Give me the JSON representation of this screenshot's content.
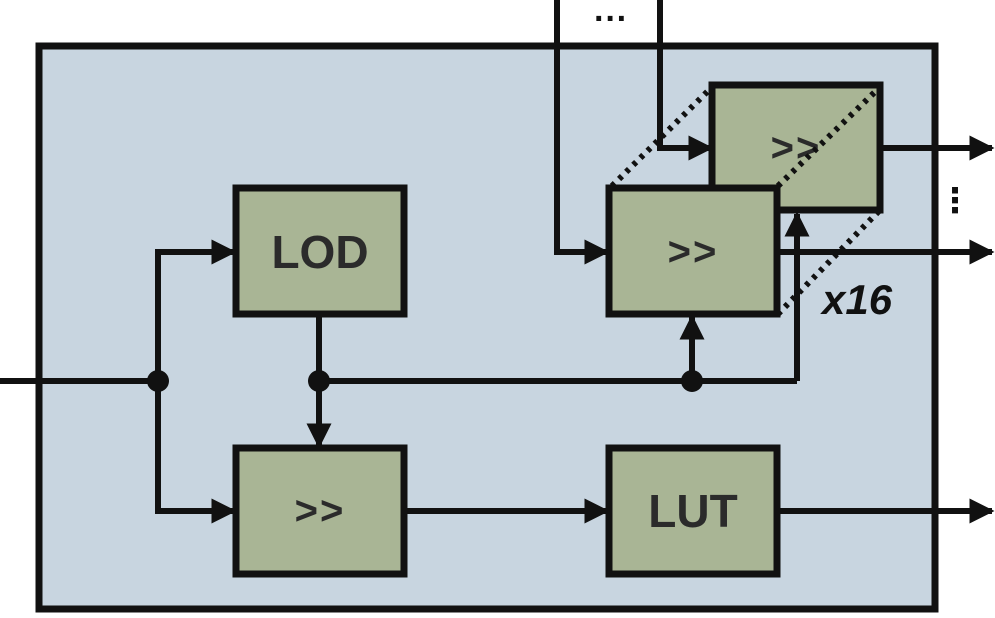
{
  "colors": {
    "container_fill": "#c8d5e0",
    "block_fill": "#a9b595",
    "stroke": "#111111",
    "label_text": "#2b2b2b"
  },
  "blocks": {
    "lod": {
      "label": "LOD"
    },
    "shifter_main": {
      "label": ">>"
    },
    "lut": {
      "label": "LUT"
    },
    "shifter_front": {
      "label": ">>"
    },
    "shifter_back": {
      "label": ">>"
    }
  },
  "annotations": {
    "multiplier": "x16",
    "top_ellipsis": "···",
    "right_ellipsis": "⋮"
  }
}
